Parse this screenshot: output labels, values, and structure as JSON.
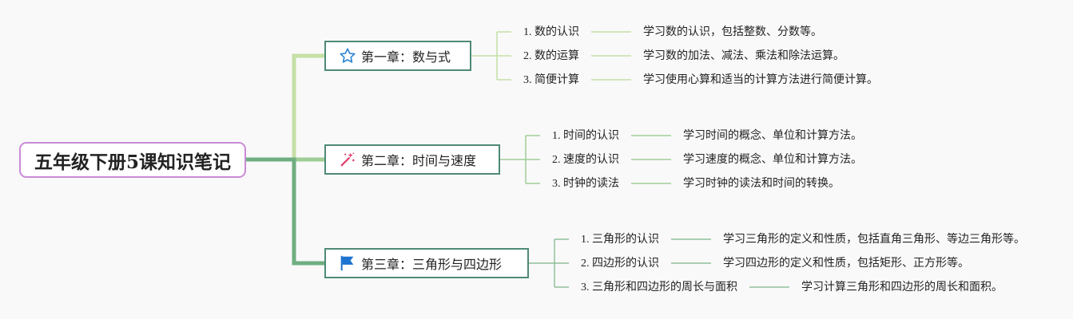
{
  "root": {
    "title": "五年级下册5课知识笔记"
  },
  "chapters": [
    {
      "title": "第一章：数与式",
      "icon": "star-icon",
      "items": [
        {
          "label": "1. 数的认识",
          "desc": "学习数的认识，包括整数、分数等。"
        },
        {
          "label": "2. 数的运算",
          "desc": "学习数的加法、减法、乘法和除法运算。"
        },
        {
          "label": "3. 简便计算",
          "desc": "学习使用心算和适当的计算方法进行简便计算。"
        }
      ]
    },
    {
      "title": "第二章：时间与速度",
      "icon": "magic-wand-icon",
      "items": [
        {
          "label": "1. 时间的认识",
          "desc": "学习时间的概念、单位和计算方法。"
        },
        {
          "label": "2. 速度的认识",
          "desc": "学习速度的概念、单位和计算方法。"
        },
        {
          "label": "3. 时钟的读法",
          "desc": "学习时钟的读法和时间的转换。"
        }
      ]
    },
    {
      "title": "第三章：三角形与四边形",
      "icon": "flag-icon",
      "items": [
        {
          "label": "1. 三角形的认识",
          "desc": "学习三角形的定义和性质，包括直角三角形、等边三角形等。"
        },
        {
          "label": "2. 四边形的认识",
          "desc": "学习四边形的定义和性质，包括矩形、正方形等。"
        },
        {
          "label": "3. 三角形和四边形的周长与面积",
          "desc": "学习计算三角形和四边形的周长和面积。"
        }
      ]
    }
  ],
  "colors": {
    "root_border": "#c98bd6",
    "chapter_border": "#4f8a76",
    "branch_1": "#c5e0a5",
    "branch_2": "#9fcd96",
    "branch_3": "#6fae82",
    "star_icon": "#2f86d6",
    "wand_icon": "#e0406e",
    "flag_icon": "#1c73d0"
  }
}
